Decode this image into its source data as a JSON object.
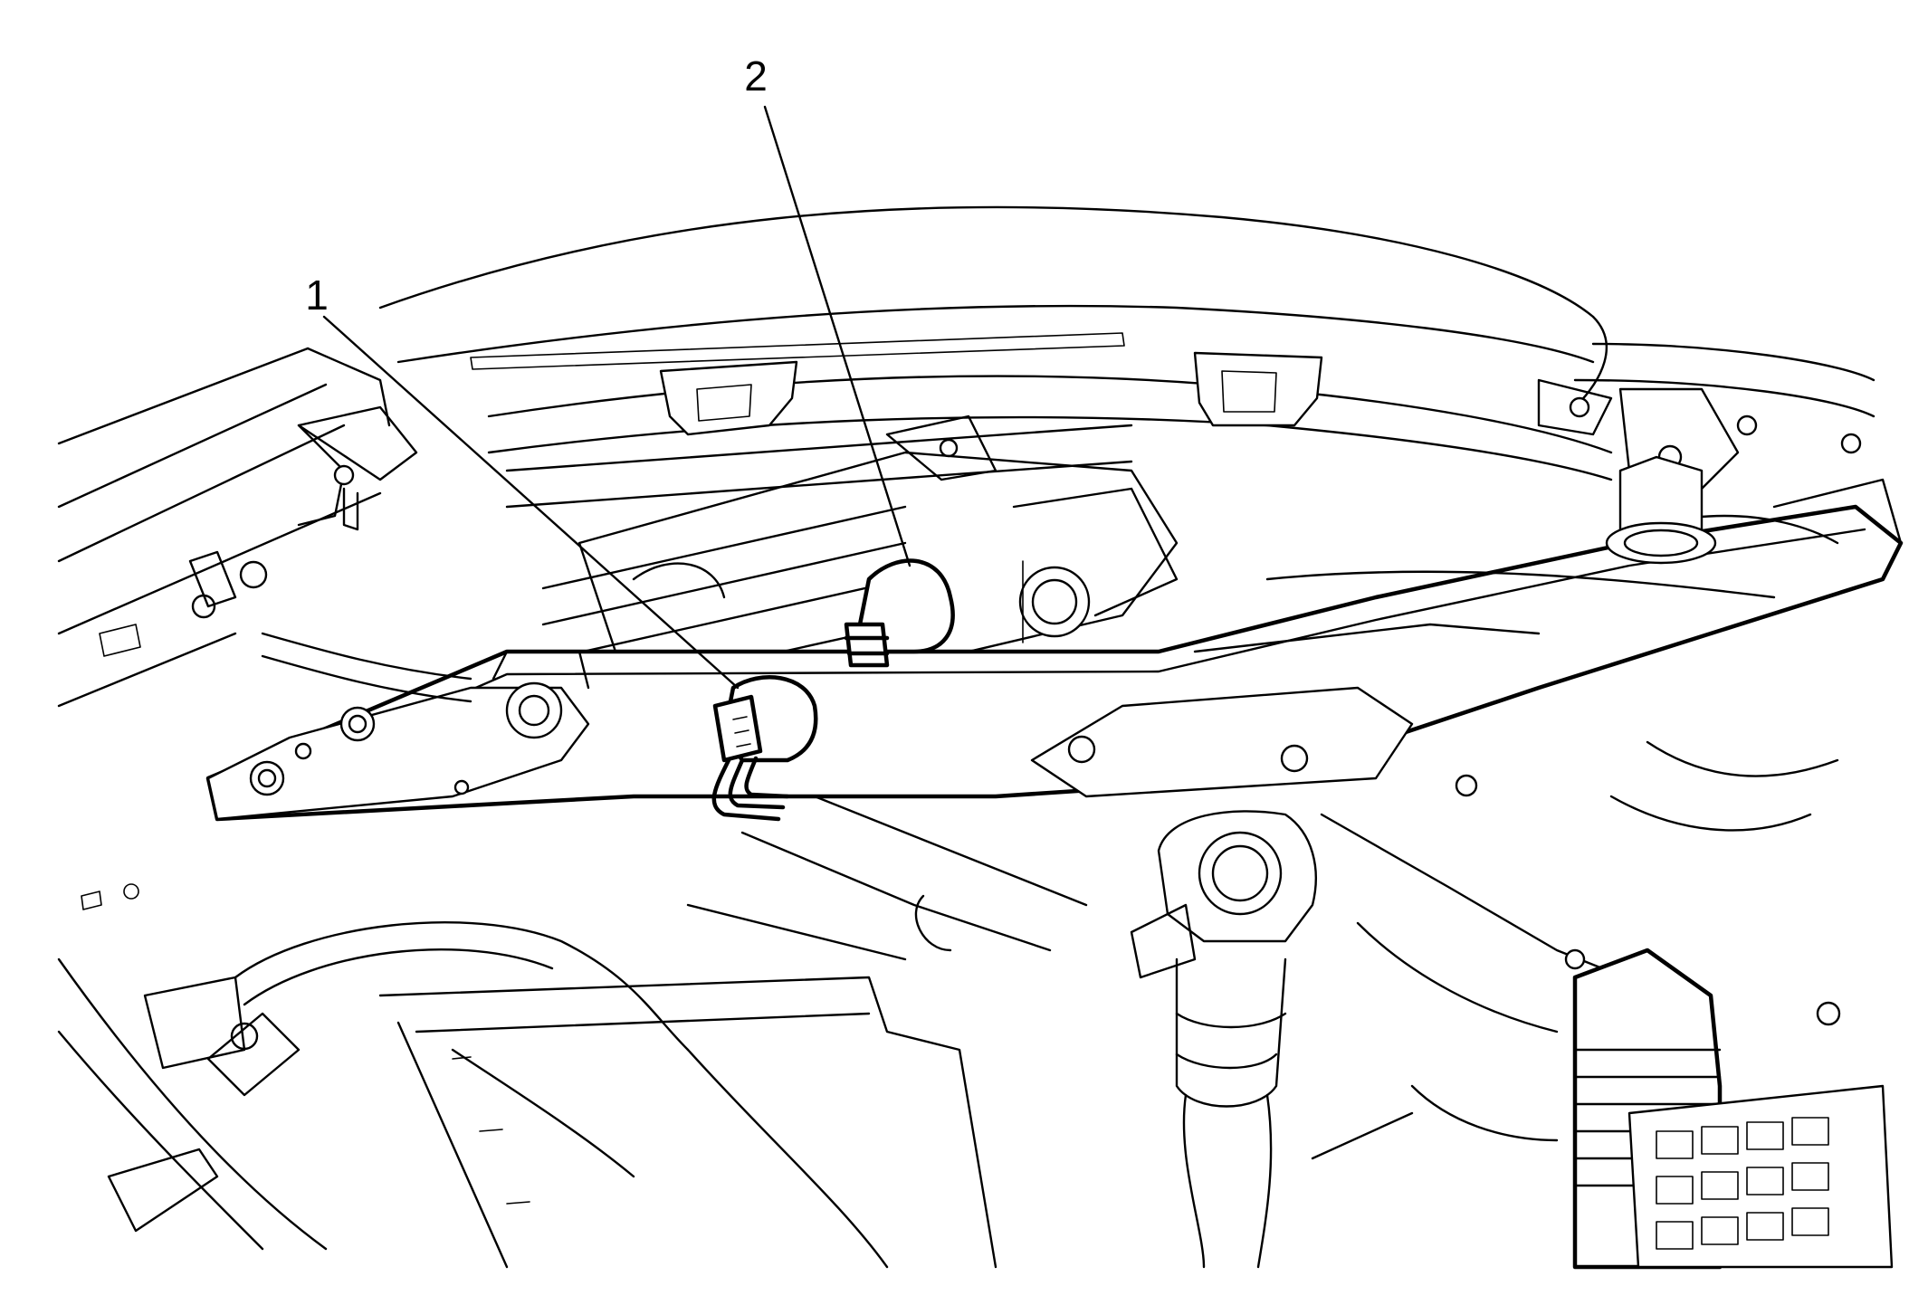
{
  "diagram": {
    "callouts": [
      {
        "id": "1",
        "label": "1",
        "target": "electrical-connector"
      },
      {
        "id": "2",
        "label": "2",
        "target": "bulb"
      }
    ],
    "colors": {
      "line": "#000000",
      "background": "#ffffff"
    }
  }
}
